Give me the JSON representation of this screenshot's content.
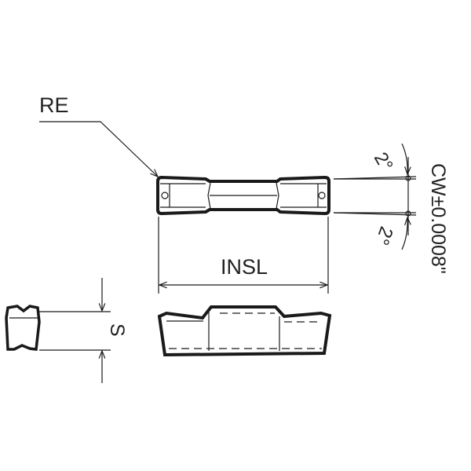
{
  "labels": {
    "re": "RE",
    "insl": "INSL",
    "s": "S",
    "cw": "CW±0.0008\"",
    "angle_top": "2°",
    "angle_bottom": "2°"
  },
  "colors": {
    "line": "#1a1a1a",
    "background": "#ffffff"
  }
}
